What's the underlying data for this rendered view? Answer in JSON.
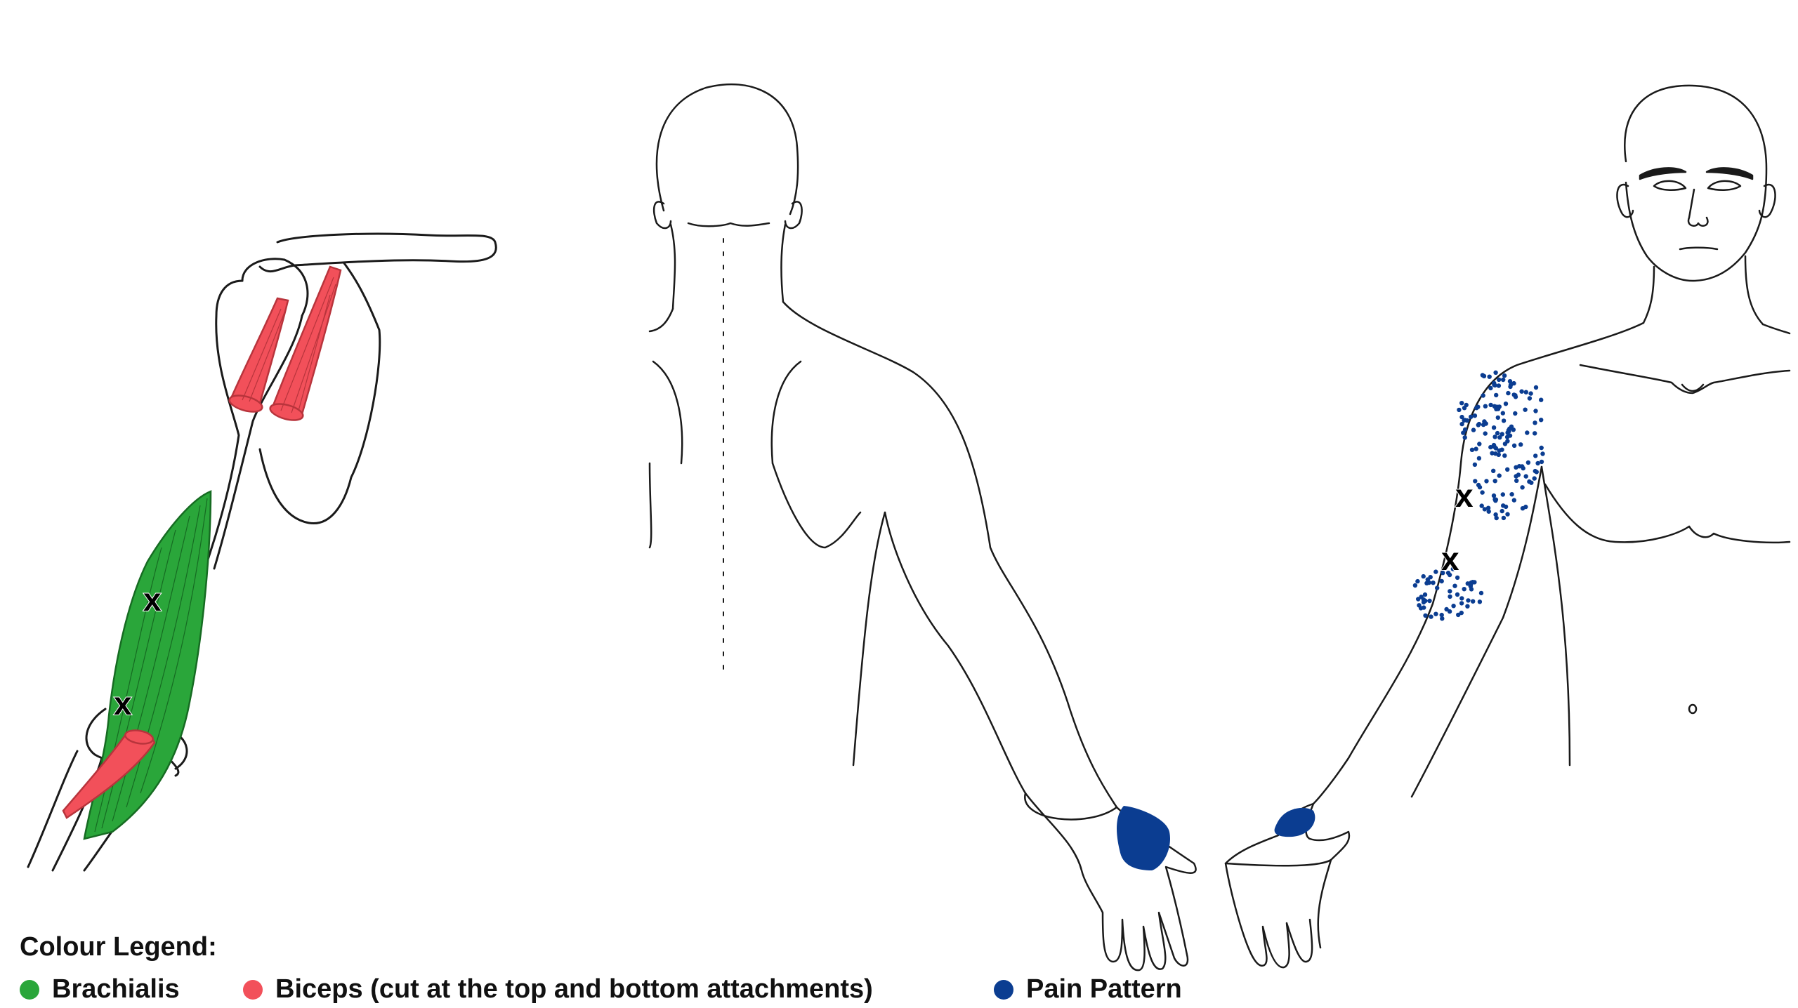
{
  "legend": {
    "title": "Colour Legend:",
    "items": [
      {
        "label": "Brachialis",
        "color": "#2aa63a"
      },
      {
        "label": "Biceps (cut at the top and bottom attachments)",
        "color": "#f2505a"
      },
      {
        "label": "Pain Pattern",
        "color": "#0b3d91"
      }
    ]
  },
  "colors": {
    "outline": "#1a1a1a",
    "brachialis": "#2aa63a",
    "biceps": "#f2505a",
    "pain": "#0b3d91",
    "trigger_point": "#000000"
  },
  "trigger_point_symbol": "x"
}
